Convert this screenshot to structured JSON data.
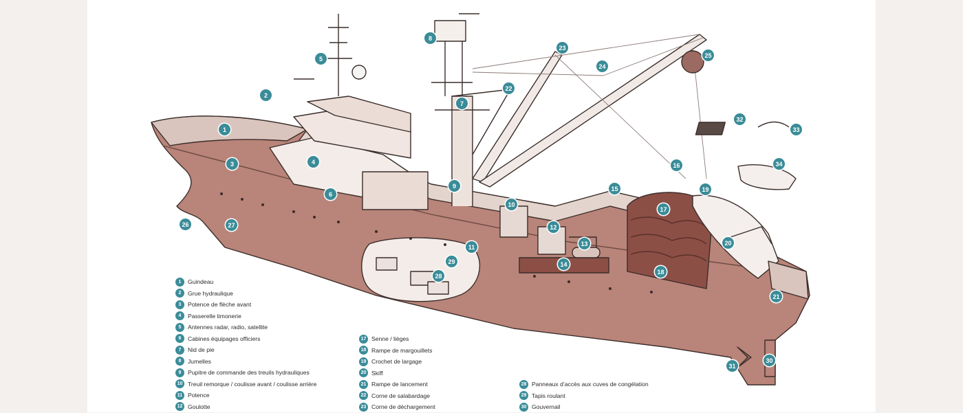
{
  "diagram": {
    "accent_color": "#3a8c98",
    "hull_color": "#b98479",
    "callouts": [
      "1",
      "2",
      "3",
      "4",
      "5",
      "6",
      "7",
      "8",
      "9",
      "10",
      "11",
      "12",
      "13",
      "14",
      "15",
      "16",
      "17",
      "18",
      "19",
      "20",
      "21",
      "22",
      "23",
      "24",
      "25",
      "26",
      "27",
      "28",
      "29",
      "30",
      "31",
      "32",
      "33",
      "34"
    ]
  },
  "legend": {
    "col1": [
      {
        "num": "1",
        "label": "Guindeau"
      },
      {
        "num": "2",
        "label": "Grue hydraulique"
      },
      {
        "num": "3",
        "label": "Potence de flèche avant"
      },
      {
        "num": "4",
        "label": "Passerelle timonerie"
      },
      {
        "num": "5",
        "label": "Antennes radar, radio, satellite"
      },
      {
        "num": "6",
        "label": "Cabines équipages officiers"
      },
      {
        "num": "7",
        "label": "Nid de pie"
      },
      {
        "num": "8",
        "label": "Jumelles"
      },
      {
        "num": "9",
        "label": "Pupitre de commande des treuils hydrauliques"
      },
      {
        "num": "10",
        "label": "Treuil remorque / coulisse avant / coulisse arrière"
      },
      {
        "num": "11",
        "label": "Potence"
      },
      {
        "num": "12",
        "label": "Goulotte"
      }
    ],
    "col2": [
      {
        "num": "17",
        "label": "Senne / lièges"
      },
      {
        "num": "18",
        "label": "Rampe de margouillets"
      },
      {
        "num": "19",
        "label": "Crochet de largage"
      },
      {
        "num": "20",
        "label": "Skiff"
      },
      {
        "num": "21",
        "label": "Rampe de lancement"
      },
      {
        "num": "22",
        "label": "Corne de salabardage"
      },
      {
        "num": "23",
        "label": "Corne de déchargement"
      }
    ],
    "col3": [
      {
        "num": "28",
        "label": "Panneaux d’accès aux cuves de congélation"
      },
      {
        "num": "29",
        "label": "Tapis roulant"
      },
      {
        "num": "30",
        "label": "Gouvernail"
      }
    ]
  }
}
